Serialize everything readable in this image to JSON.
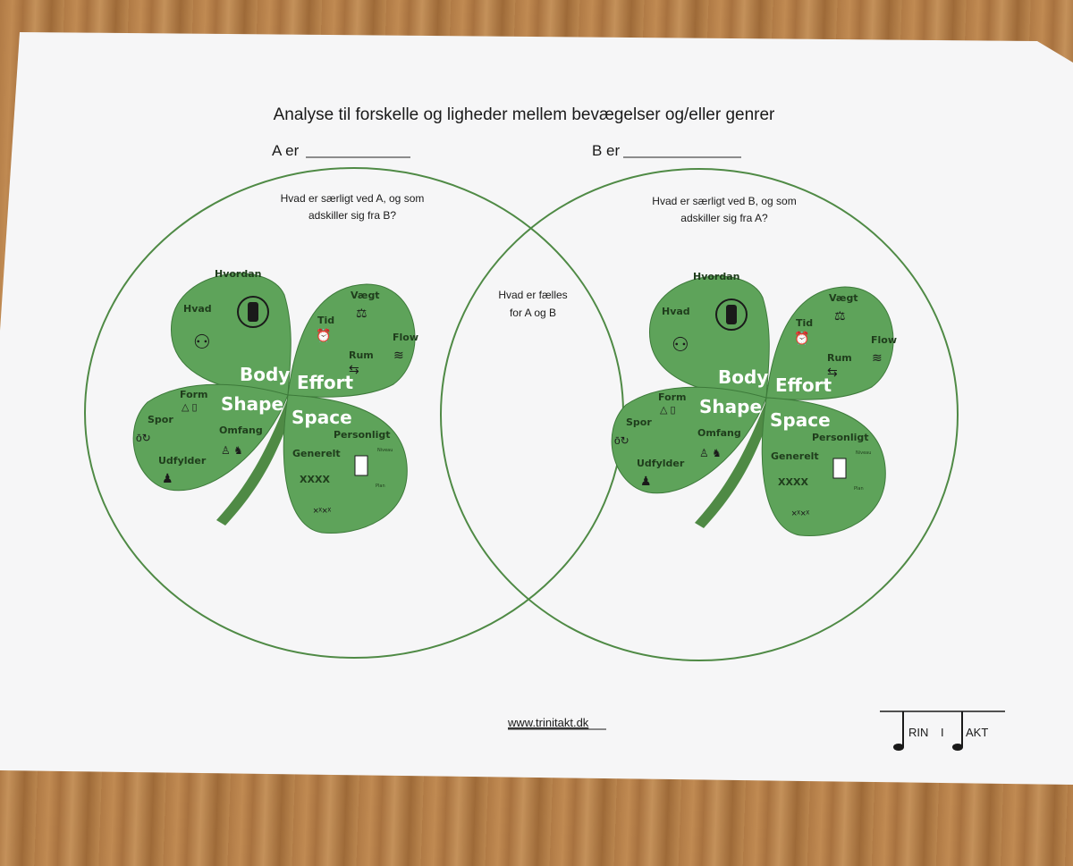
{
  "title": "Analyse til forskelle og ligheder mellem bevægelser og/eller genrer",
  "a_label": "A er",
  "b_label": "B er",
  "a_prompt_line1": "Hvad er særligt ved A, og som",
  "a_prompt_line2": "adskiller sig fra B?",
  "b_prompt_line1": "Hvad er særligt ved B, og som",
  "b_prompt_line2": "adskiller sig fra A?",
  "common_line1": "Hvad er fælles",
  "common_line2": "for A og B",
  "footer_url": "www.trinitakt.dk",
  "logo": {
    "part1": "RIN",
    "part2": "I",
    "part3": "AKT"
  },
  "clover": {
    "hvordan": "Hvordan",
    "hvad": "Hvad",
    "body": "Body",
    "vaegt": "Vægt",
    "tid": "Tid",
    "flow": "Flow",
    "rum": "Rum",
    "effort": "Effort",
    "form": "Form",
    "shape": "Shape",
    "spor": "Spor",
    "omfang": "Omfang",
    "udfylder": "Udfylder",
    "space": "Space",
    "personligt": "Personligt",
    "generelt": "Generelt",
    "niveau": "Niveau",
    "plan": "Plan",
    "xxxx": "XXXX"
  },
  "colors": {
    "circle": "#4f8a45",
    "leaf": "#5ea35a"
  }
}
